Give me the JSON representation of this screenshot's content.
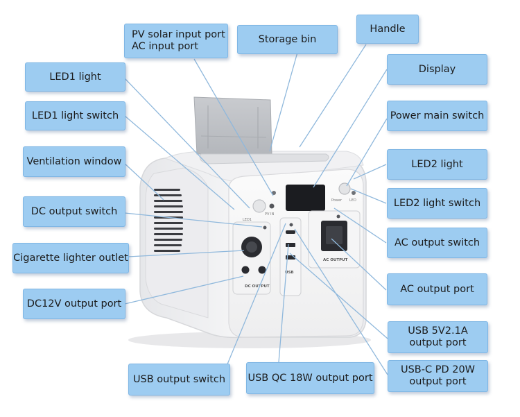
{
  "labels": {
    "pv_ac_input": [
      "PV solar input port",
      "AC input port"
    ],
    "storage_bin": "Storage bin",
    "handle": "Handle",
    "led1_light": "LED1 light",
    "display": "Display",
    "led1_switch": "LED1 light switch",
    "power_main_switch": "Power main switch",
    "ventilation": "Ventilation window",
    "led2_light": "LED2 light",
    "led2_switch": "LED2 light switch",
    "dc_output_switch": "DC output switch",
    "ac_output_switch": "AC output switch",
    "cigarette_outlet": "Cigarette lighter outlet",
    "ac_output_port": "AC output port",
    "dc12v_port": "DC12V output port",
    "usb_5v": [
      "USB 5V2.1A",
      "output port"
    ],
    "usb_c_pd": [
      "USB-C PD 20W",
      "output port"
    ],
    "usb_output_switch": "USB output switch",
    "usb_qc": "USB QC 18W output port"
  },
  "device_markings": {
    "led1": "LED1",
    "pv_in": "PV IN",
    "power": "Power",
    "led2": "LED",
    "dc_output": "DC OUTPUT",
    "ac_output": "AC OUTPUT",
    "usb_side": "USB"
  },
  "colors": {
    "label_fill": "#9dccf1",
    "label_border": "#7fb6e4",
    "leader_line": "#8fb8dc",
    "device_body": "#f4f4f5",
    "device_front": "#f8f8f8"
  }
}
